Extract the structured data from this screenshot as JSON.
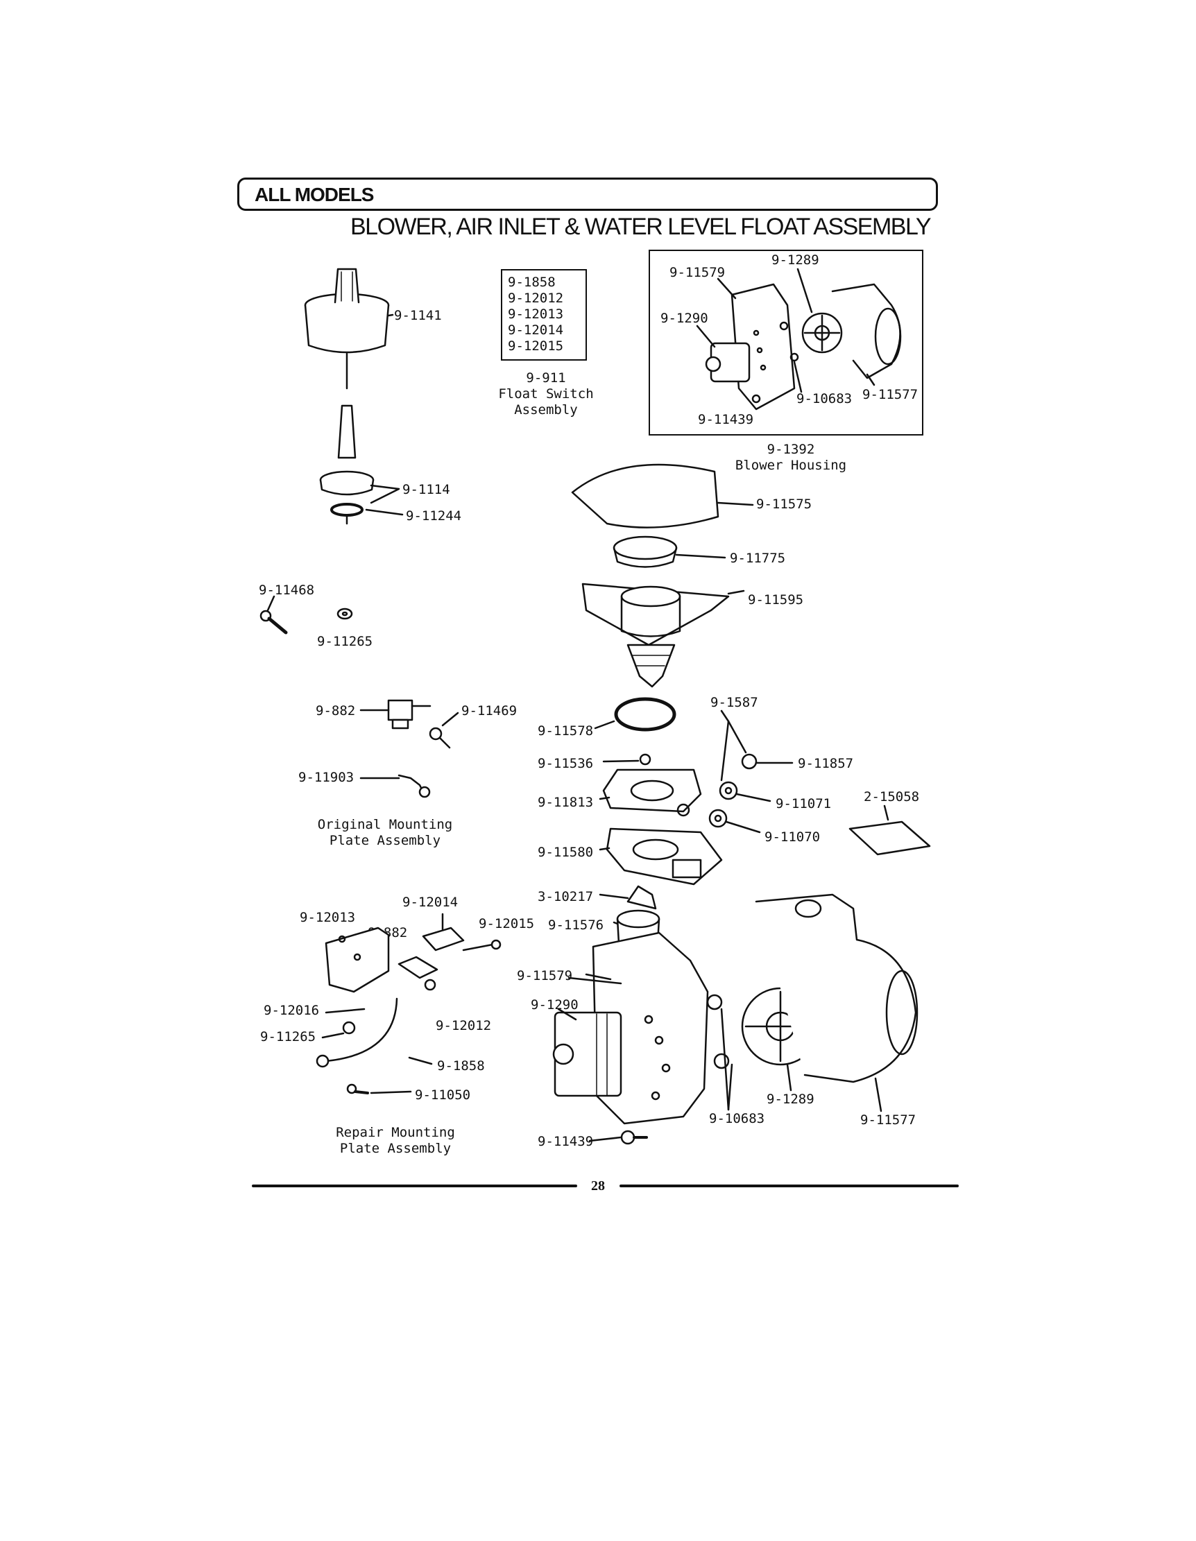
{
  "header": {
    "banner": "ALL MODELS",
    "title": "BLOWER, AIR INLET & WATER LEVEL FLOAT ASSEMBLY"
  },
  "float_switch_kit": {
    "parts": [
      "9-1858",
      "9-12012",
      "9-12013",
      "9-12014",
      "9-12015"
    ],
    "part_number": "9-911",
    "caption_line1": "Float Switch",
    "caption_line2": "Assembly"
  },
  "blower_housing_inset": {
    "labels": {
      "p11579": "9-11579",
      "p1289": "9-1289",
      "p1290": "9-1290",
      "p10683": "9-10683",
      "p11577": "9-11577",
      "p11439": "9-11439"
    },
    "part_number": "9-1392",
    "caption": "Blower Housing"
  },
  "float_assembly": {
    "p1141": "9-1141",
    "p1114": "9-1114",
    "p11244": "9-11244",
    "p11468": "9-11468",
    "p11265": "9-11265"
  },
  "original_plate": {
    "p882": "9-882",
    "p11469": "9-11469",
    "p11903": "9-11903",
    "caption_line1": "Original Mounting",
    "caption_line2": "Plate Assembly"
  },
  "repair_plate": {
    "p12014": "9-12014",
    "p12013": "9-12013",
    "p882": "9-882",
    "p12015": "9-12015",
    "p12016": "9-12016",
    "p12012": "9-12012",
    "p11265": "9-11265",
    "p1858": "9-1858",
    "p11050": "9-11050",
    "caption_line1": "Repair Mounting",
    "caption_line2": "Plate Assembly"
  },
  "main_assembly": {
    "p11575": "9-11575",
    "p11775": "9-11775",
    "p11595": "9-11595",
    "p1587": "9-1587",
    "p11578": "9-11578",
    "p11536": "9-11536",
    "p11857": "9-11857",
    "p11813": "9-11813",
    "p11071": "9-11071",
    "p15058": "2-15058",
    "p11070": "9-11070",
    "p11580": "9-11580",
    "p10217": "3-10217",
    "p11576": "9-11576",
    "p11579": "9-11579",
    "p1290": "9-1290",
    "p1289": "9-1289",
    "p10683": "9-10683",
    "p11577": "9-11577",
    "p11439": "9-11439"
  },
  "footer": {
    "page_number": "28"
  }
}
